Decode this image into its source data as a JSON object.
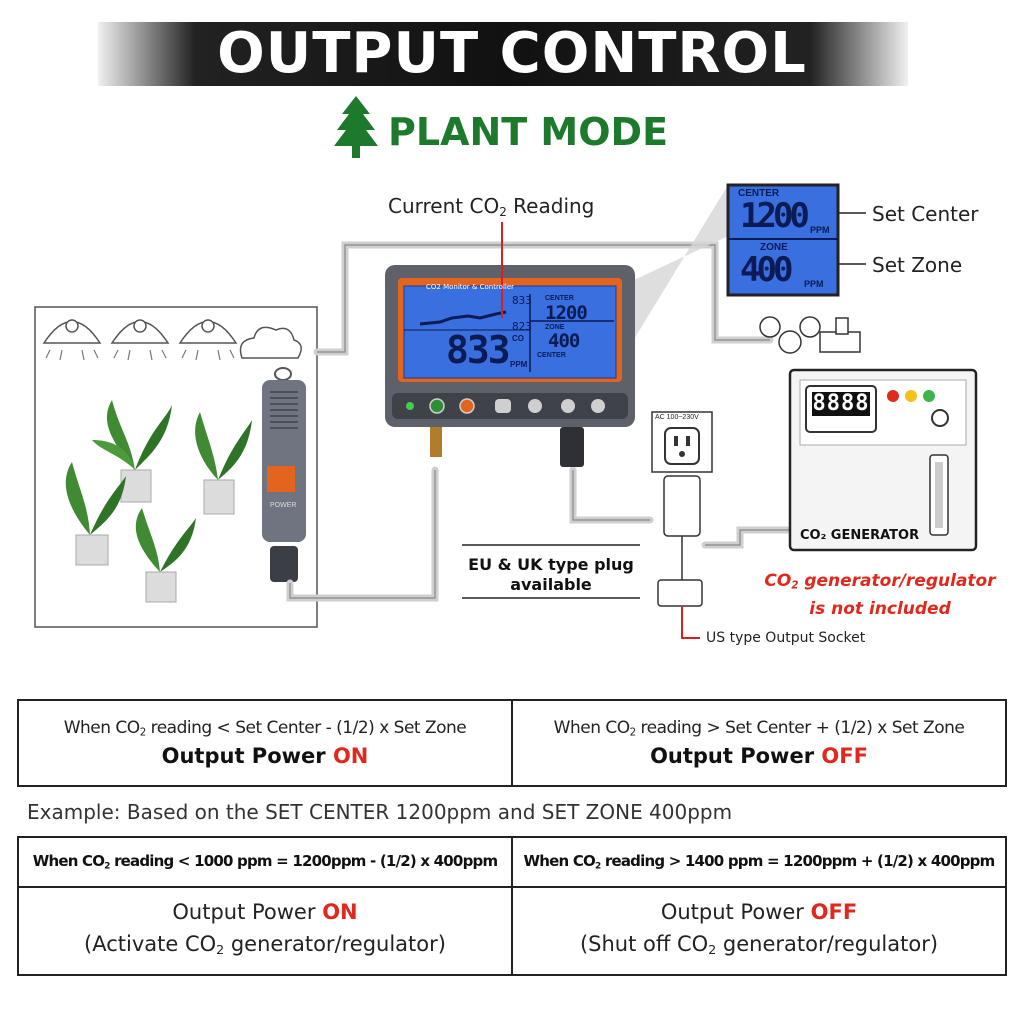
{
  "header": {
    "title": "OUTPUT CONTROL",
    "mode": "PLANT MODE"
  },
  "colors": {
    "accent_green": "#1d7a2c",
    "on_off_red": "#e0281c",
    "lcd_blue": "#3a6fe0",
    "bezel_orange": "#e2641f"
  },
  "diagram": {
    "current_reading_label": "Current CO",
    "current_reading_sub": "2",
    "current_reading_suffix": " Reading",
    "set_center_label": "Set Center",
    "set_zone_label": "Set Zone",
    "zoom_center_caption": "CENTER",
    "zoom_center_value": "1200",
    "zoom_zone_caption": "ZONE",
    "zoom_zone_value": "400",
    "zoom_unit": "PPM",
    "monitor_title": "CO2 Monitor & Controller",
    "monitor_reading": "833",
    "monitor_max": "833",
    "monitor_min": "823",
    "monitor_center": "1200",
    "monitor_zone": "400",
    "monitor_center_caption": "CENTER",
    "monitor_zone_caption": "ZONE",
    "monitor_ppm": "PPM",
    "monitor_co2": "CO",
    "plug_note_line1": "EU & UK type plug",
    "plug_note_line2": "available",
    "socket_label": "US type Output Socket",
    "socket_voltage": "AC 100~230V",
    "generator_display": "8888",
    "generator_label": "CO₂ GENERATOR",
    "not_included_line1": "CO",
    "not_included_sub": "2",
    "not_included_line1_rest": " generator/regulator",
    "not_included_line2": "is not included",
    "sensor_label": "POWER"
  },
  "rules": {
    "low_condition": {
      "pre": "When CO",
      "sub": "2",
      "post": " reading < Set Center - (1/2) x Set Zone"
    },
    "high_condition": {
      "pre": "When CO",
      "sub": "2",
      "post": " reading > Set Center + (1/2) x Set Zone"
    },
    "output_power": "Output Power",
    "on": "ON",
    "off": "OFF"
  },
  "example": {
    "text": "Example: Based on the SET CENTER 1200ppm and SET ZONE 400ppm",
    "low_condition": {
      "pre": "When CO",
      "sub": "2",
      "post": " reading < 1000 ppm = 1200ppm - (1/2) x 400ppm"
    },
    "high_condition": {
      "pre": "When CO",
      "sub": "2",
      "post": " reading > 1400 ppm = 1200ppm + (1/2) x 400ppm"
    },
    "on_note": {
      "pre": "(Activate CO",
      "sub": "2",
      "post": " generator/regulator)"
    },
    "off_note": {
      "pre": "(Shut off CO",
      "sub": "2",
      "post": " generator/regulator)"
    }
  }
}
